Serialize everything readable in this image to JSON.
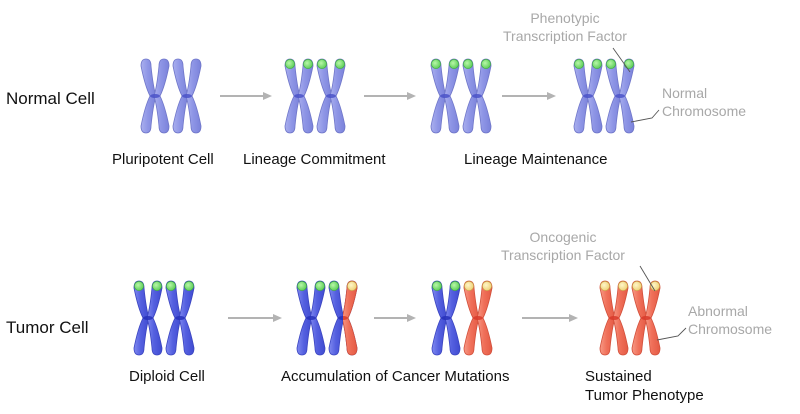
{
  "rows": {
    "normal": {
      "label": "Normal Cell",
      "stages": [
        {
          "label": [
            "Pluripotent Cell"
          ]
        },
        {
          "label": [
            "Lineage Commitment"
          ]
        },
        {
          "label": [
            ""
          ]
        },
        {
          "label": [
            "Lineage Maintenance"
          ]
        }
      ],
      "annotations": {
        "factor": [
          "Phenotypic",
          "Transcription Factor"
        ],
        "chromosome": [
          "Normal",
          "Chromosome"
        ]
      }
    },
    "tumor": {
      "label": "Tumor Cell",
      "stages": [
        {
          "label": [
            "Diploid Cell"
          ]
        },
        {
          "label": [
            "Accumulation of Cancer Mutations"
          ]
        },
        {
          "label": [
            "Sustained",
            "Tumor Phenotype"
          ]
        }
      ],
      "annotations": {
        "factor": [
          "Oncogenic",
          "Transcription Factor"
        ],
        "chromosome": [
          "Abnormal",
          "Chromosome"
        ]
      }
    }
  },
  "colors": {
    "normal_chromosome": "#8f96e6",
    "normal_chromosome_edge": "#6f76c9",
    "dark_chromosome": "#5560e0",
    "abnormal_chromosome": "#f0705a",
    "abnormal_chromosome_edge": "#d24f3a",
    "normal_factor": "#7fe07a",
    "oncogenic_factor": "#f6e39a",
    "arrow": "#b3b3b3",
    "annotation_text": "#a8a8a8"
  }
}
